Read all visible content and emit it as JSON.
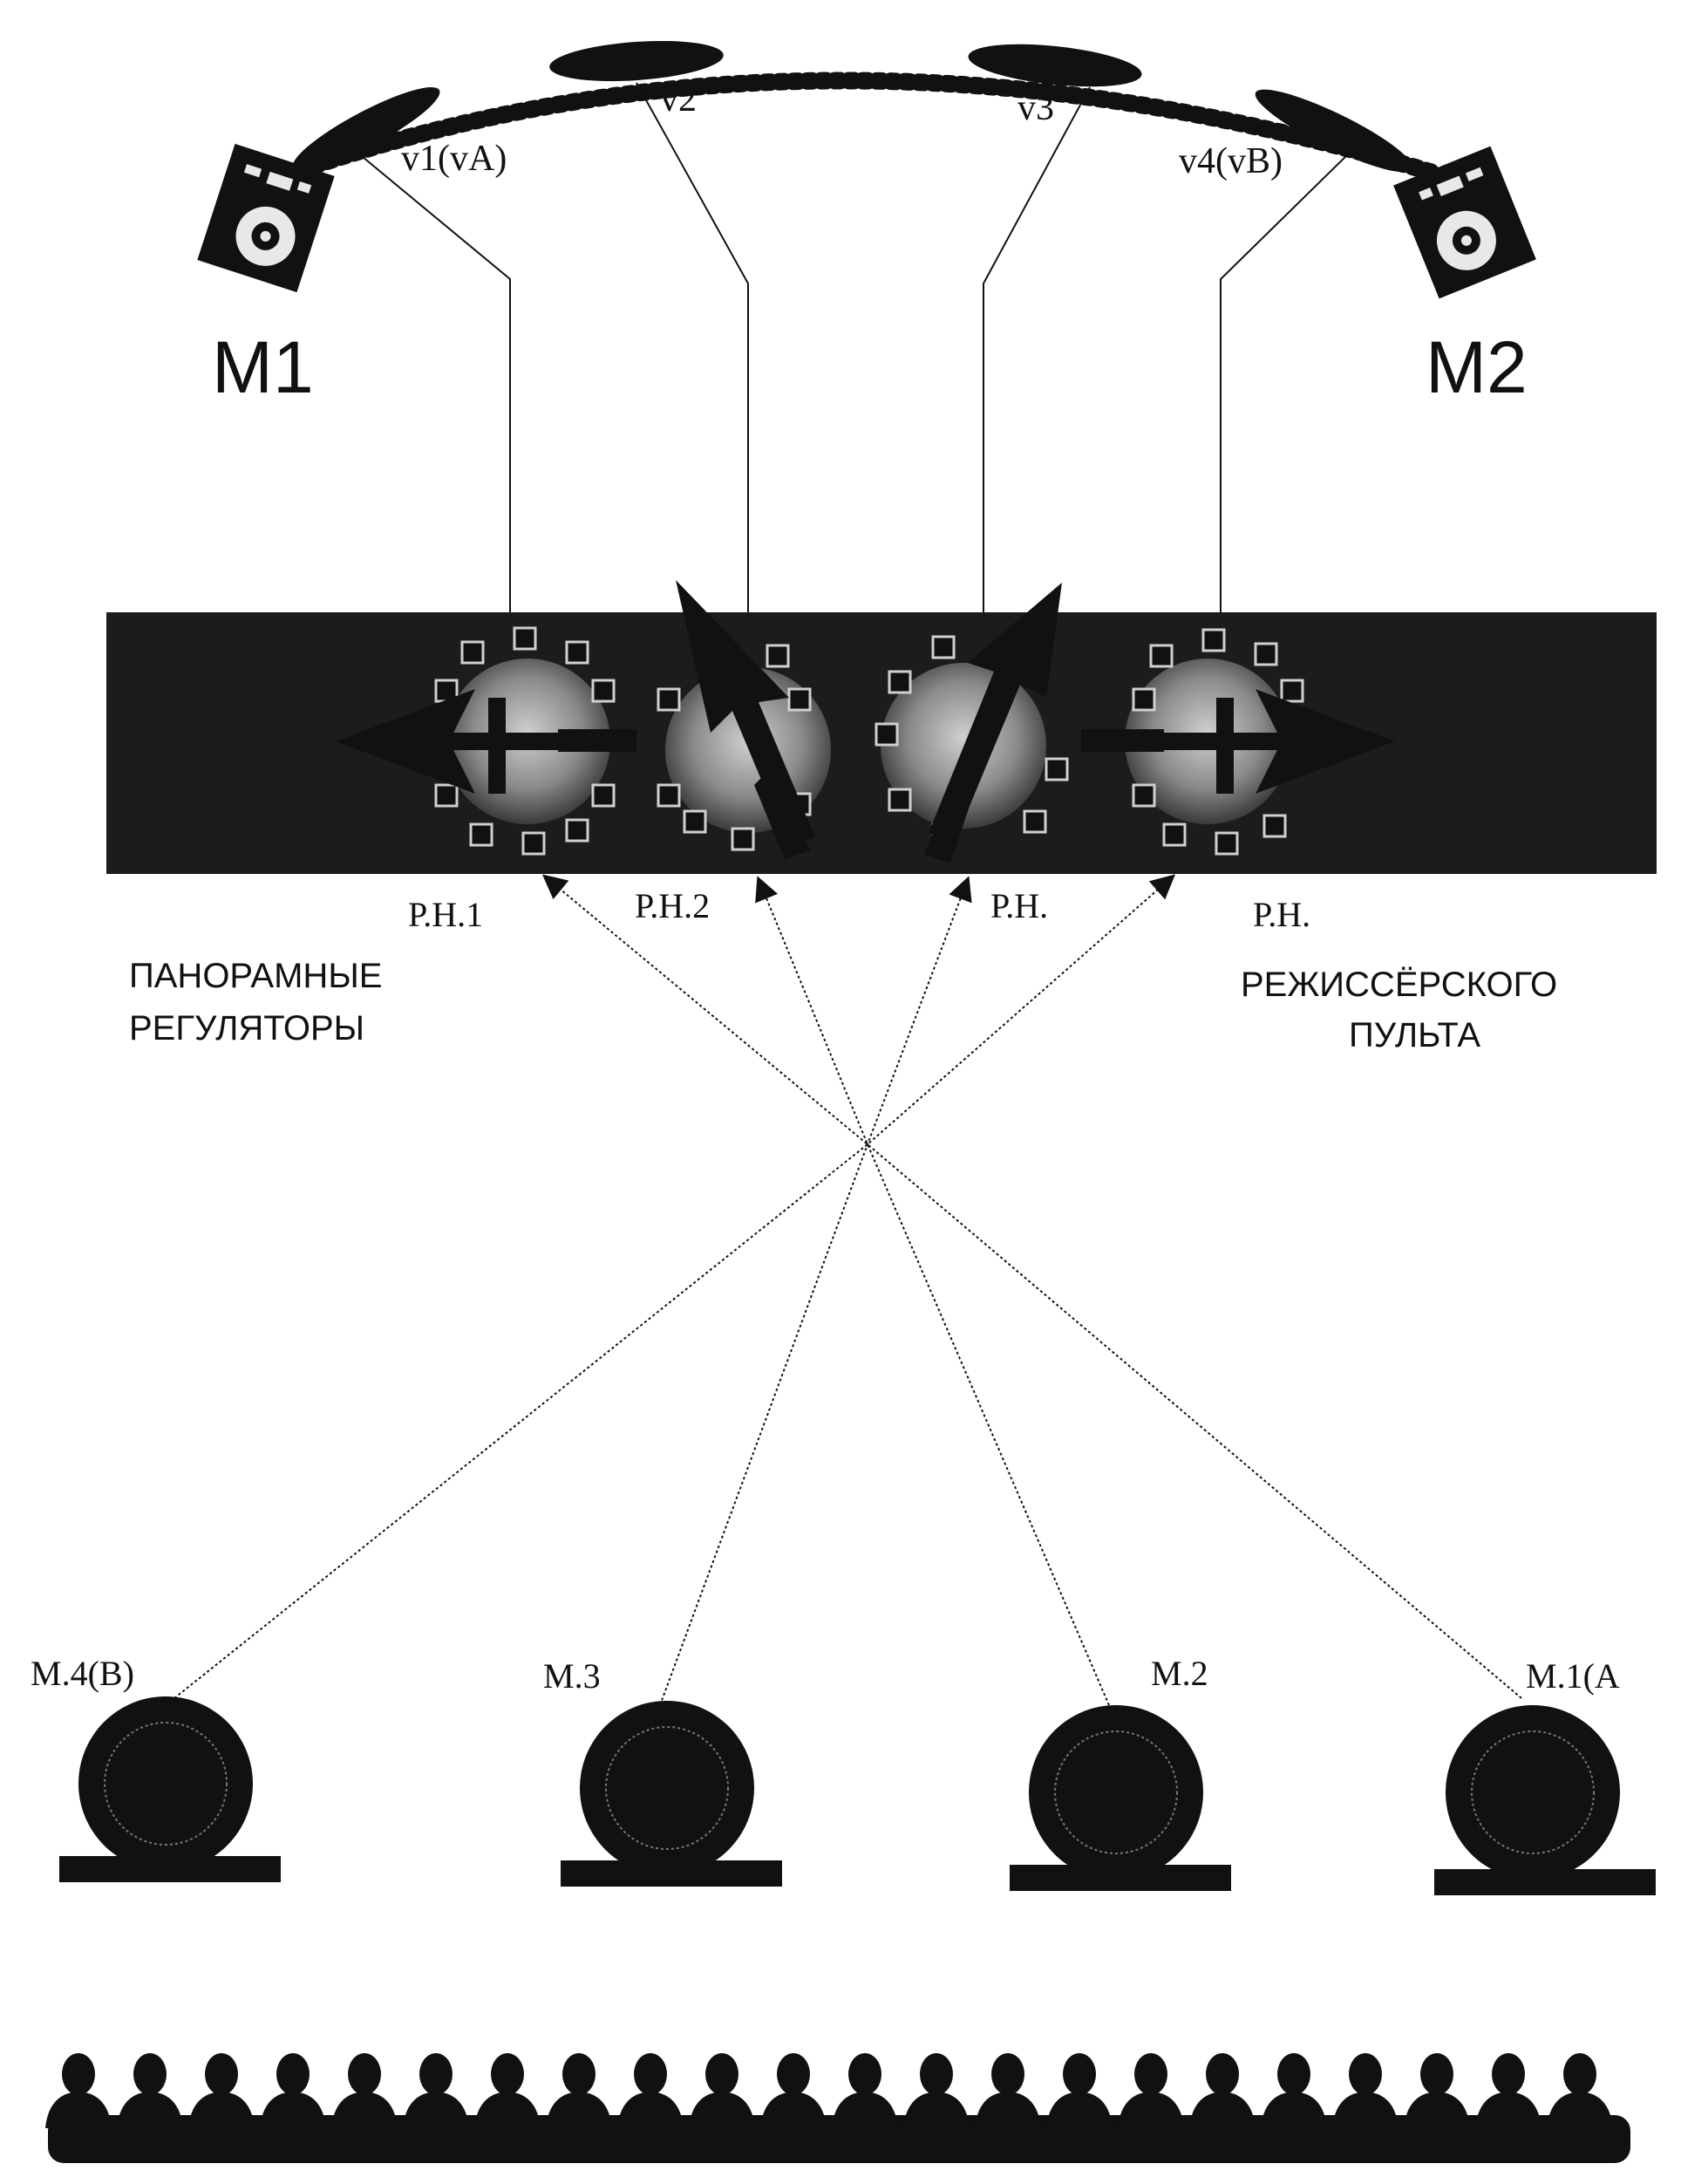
{
  "speakers": {
    "left_label": "M1",
    "right_label": "M2"
  },
  "virtual_sources": [
    {
      "label": "v1(vA)"
    },
    {
      "label": "v2"
    },
    {
      "label": "v3"
    },
    {
      "label": "v4(vB)"
    }
  ],
  "regulators": [
    {
      "label": "Р.Н.1"
    },
    {
      "label": "Р.Н.2"
    },
    {
      "label": "Р.Н."
    },
    {
      "label": "Р.Н."
    }
  ],
  "captions": {
    "left_line1": "ПАНОРАМНЫЕ",
    "left_line2": "РЕГУЛЯТОРЫ",
    "right_line1": "РЕЖИССЁРСКОГО",
    "right_line2": "ПУЛЬТА"
  },
  "microphones": [
    {
      "label": "М.4(В)"
    },
    {
      "label": "М.3"
    },
    {
      "label": "М.2"
    },
    {
      "label": "М.1(А"
    }
  ]
}
